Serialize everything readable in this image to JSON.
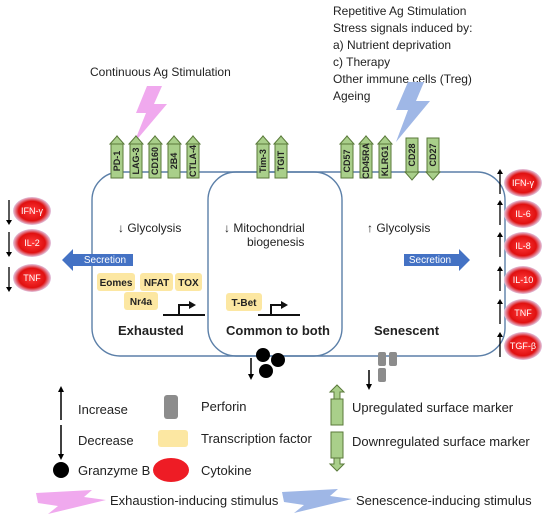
{
  "top_text": {
    "continuous": "Continuous Ag Stimulation",
    "repetitive": [
      "Repetitive Ag Stimulation",
      "Stress signals induced by:",
      "a) Nutrient deprivation",
      "c) Therapy",
      "Other immune cells (Treg)",
      "Ageing"
    ]
  },
  "markers": {
    "exhausted": [
      "PD-1",
      "LAG-3",
      "CD160",
      "2B4",
      "CTLA-4"
    ],
    "common": [
      "Tim-3",
      "TGIT"
    ],
    "senescent_up": [
      "CD57",
      "CD45RA",
      "KLRG1"
    ],
    "senescent_down": [
      "CD28",
      "CD27"
    ]
  },
  "regions": {
    "exhausted": {
      "metabolism": "↓ Glycolysis",
      "label": "Exhausted",
      "tfs": [
        "Eomes",
        "NFAT",
        "TOX",
        "Nr4a"
      ]
    },
    "common": {
      "metabolism_1": "↓ Mitochondrial",
      "metabolism_2": "biogenesis",
      "label": "Common to both",
      "tfs": [
        "T-Bet"
      ]
    },
    "senescent": {
      "metabolism": "↑ Glycolysis",
      "label": "Senescent"
    }
  },
  "secretion_label": "Secretion",
  "left_cytokines": [
    "IFN-γ",
    "IL-2",
    "TNF"
  ],
  "right_cytokines": [
    "IFN-γ",
    "IL-6",
    "IL-8",
    "IL-10",
    "TNF",
    "TGF-β"
  ],
  "legend": {
    "increase": "Increase",
    "decrease": "Decrease",
    "granzyme": "Granzyme B",
    "perforin": "Perforin",
    "tf": "Transcription factor",
    "cytokine": "Cytokine",
    "up_marker": "Upregulated surface marker",
    "down_marker": "Downregulated surface marker",
    "exh_stim": "Exhaustion-inducing stimulus",
    "sen_stim": "Senescence-inducing stimulus"
  },
  "colors": {
    "marker_fill": "#a9cf8a",
    "tf_fill": "#fce7a2",
    "cytokine_fill": "#ee1c25",
    "secretion_arrow": "#4472c4",
    "cell_outline": "#5b7fa8",
    "exh_bolt": "#f0a9ee",
    "sen_bolt": "#9fb7e6"
  }
}
